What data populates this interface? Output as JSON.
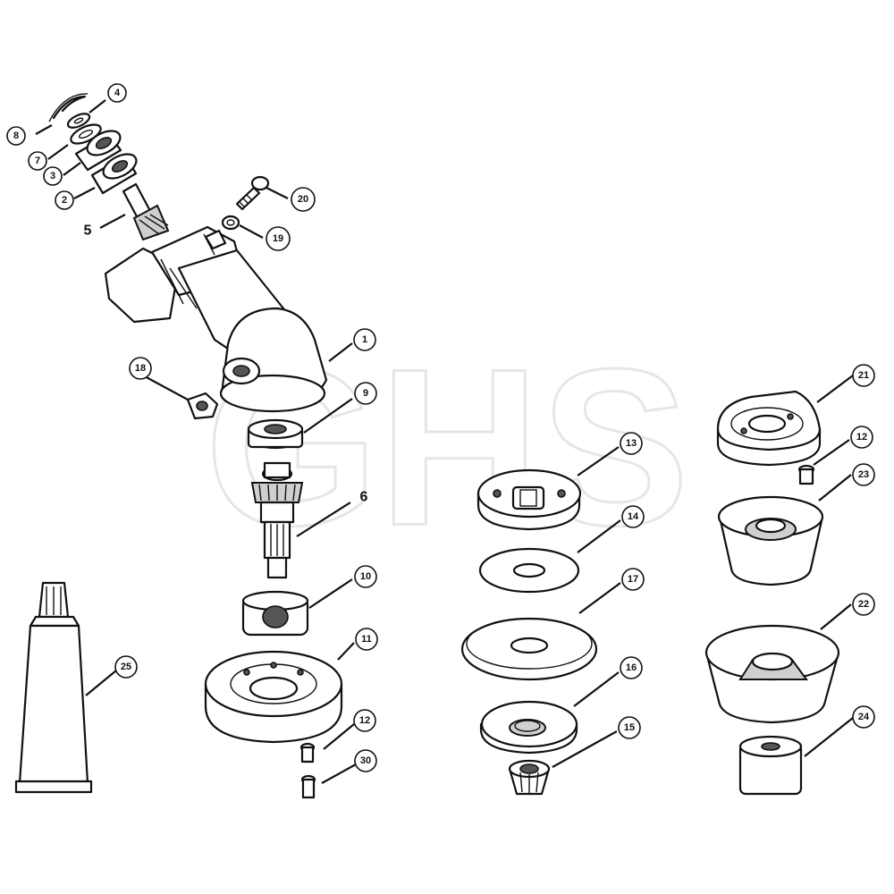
{
  "watermark": "GHS",
  "callouts": [
    "1",
    "2",
    "3",
    "4",
    "5",
    "6",
    "7",
    "8",
    "9",
    "10",
    "11",
    "12",
    "12",
    "13",
    "14",
    "15",
    "16",
    "17",
    "18",
    "19",
    "20",
    "21",
    "22",
    "23",
    "24",
    "25",
    "30"
  ],
  "labels": {
    "c1": "1",
    "c2": "2",
    "c3": "3",
    "c4": "4",
    "c5": "5",
    "c6": "6",
    "c7": "7",
    "c8": "8",
    "c9": "9",
    "c10": "10",
    "c11": "11",
    "c12a": "12",
    "c12b": "12",
    "c13": "13",
    "c14": "14",
    "c15": "15",
    "c16": "16",
    "c17": "17",
    "c18": "18",
    "c19": "19",
    "c20": "20",
    "c21": "21",
    "c22": "22",
    "c23": "23",
    "c24": "24",
    "c25": "25",
    "c30": "30"
  }
}
